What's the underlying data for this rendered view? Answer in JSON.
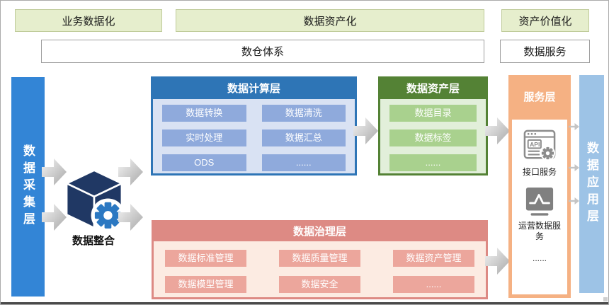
{
  "header": {
    "stage_business": "业务数据化",
    "stage_asset": "数据资产化",
    "stage_value": "资产价值化",
    "warehouse": "数仓体系",
    "data_service": "数据服务"
  },
  "collection_bar": {
    "label": "数据采集层"
  },
  "application_bar": {
    "label": "数据应用层"
  },
  "integration": {
    "label": "数据整合",
    "icon": "cube-gear-icon"
  },
  "compute": {
    "title": "数据计算层",
    "items": [
      "数据转换",
      "数据清洗",
      "实时处理",
      "数据汇总",
      "ODS",
      "......"
    ]
  },
  "asset": {
    "title": "数据资产层",
    "items": [
      "数据目录",
      "数据标签",
      "......"
    ]
  },
  "service": {
    "title": "服务层",
    "api_icon": "api-browser-gear-icon",
    "api_label": "接口服务",
    "ops_icon": "line-chart-monitor-icon",
    "ops_label": "运营数据服务",
    "more": "......"
  },
  "governance": {
    "title": "数据治理层",
    "items": [
      "数据标准管理",
      "数据质量管理",
      "数据资产管理",
      "数据模型管理",
      "数据安全",
      "......"
    ]
  },
  "colors": {
    "stage_green": "#e6eecd",
    "collection_blue": "#3385d6",
    "application_blue": "#9dc3e6",
    "compute_dark": "#2e75b6",
    "compute_light": "#d9e2f3",
    "compute_item": "#8faadc",
    "asset_dark": "#548235",
    "asset_light": "#e2efda",
    "asset_item": "#a9d18e",
    "service_orange": "#f5b183",
    "governance_dark": "#dd8a84",
    "governance_light": "#fcebe2",
    "governance_item": "#eca69c",
    "cube_navy": "#203864",
    "gear_blue": "#2b78c2",
    "arrow_gray": "#b5b5b5"
  }
}
